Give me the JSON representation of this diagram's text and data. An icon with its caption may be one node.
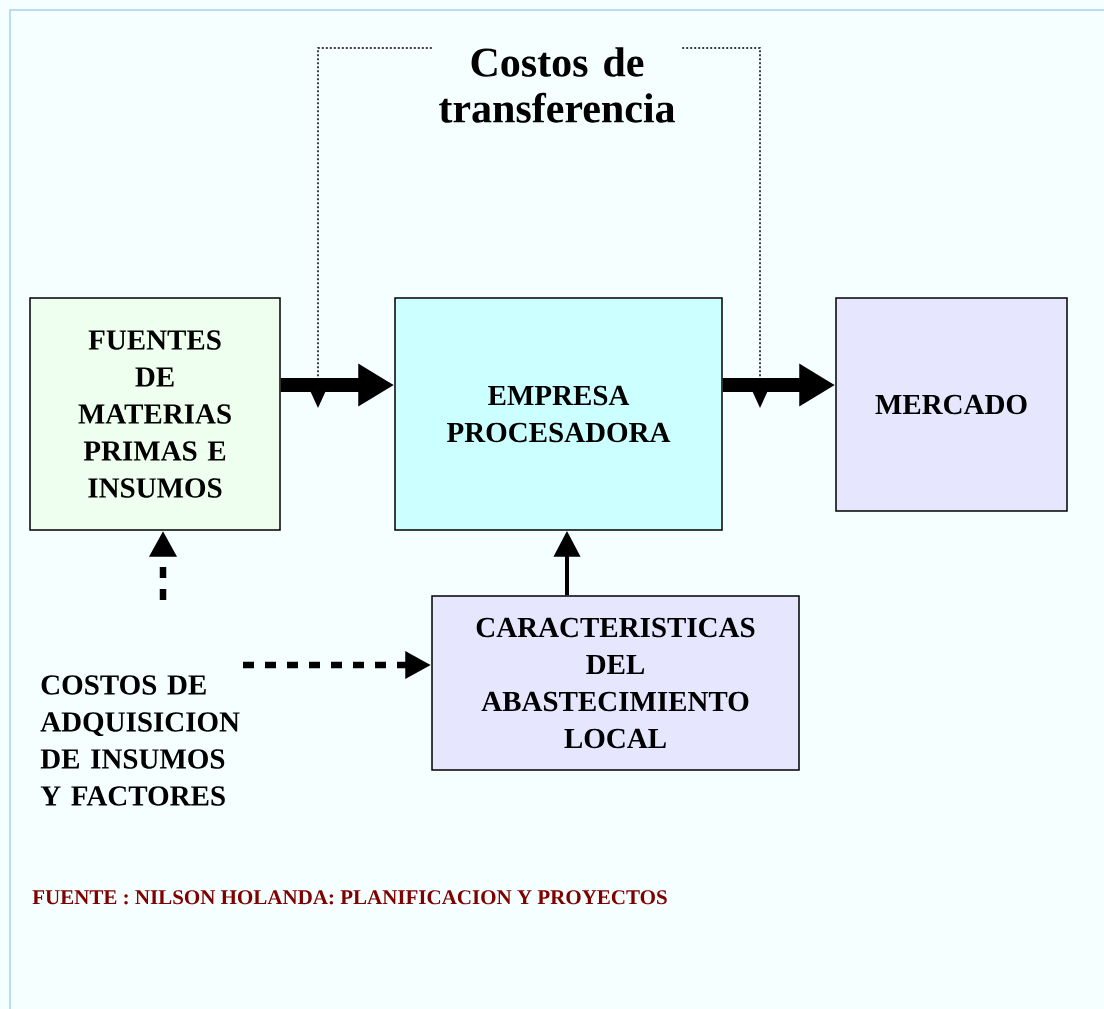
{
  "diagram": {
    "caption": "FUENTE : NILSON HOLANDA: PLANIFICACION Y PROYECTOS",
    "nodes": [
      {
        "text": [
          "FUENTES DE MATERIAS PRIMAS E INSUMOS"
        ]
      },
      {
        "text": [
          "EMPRESA PROCESADORA"
        ]
      },
      {
        "text": [
          "MERCADO"
        ]
      },
      {
        "text": [
          "CARACTERISTICAS DEL ABASTECIMIENTO LOCAL"
        ]
      },
      {
        "text": [
          "COSTOS DE ADQUISICION DE INSUMOS Y FACTORES"
        ]
      },
      {
        "text": [
          "Costos de transferencia"
        ]
      }
    ],
    "edges": [
      {
        "from": 0,
        "to": 1,
        "arrow": "to",
        "style": "thick"
      },
      {
        "from": 1,
        "to": 2,
        "arrow": "to",
        "style": "thick"
      },
      {
        "from": 3,
        "to": 1,
        "arrow": "to"
      },
      {
        "from": 4,
        "to": 0,
        "arrow": "to",
        "style": "dashed"
      },
      {
        "from": 4,
        "to": 3,
        "arrow": "to",
        "style": "dashed"
      },
      {
        "from": 5,
        "to": null,
        "arrow": "to",
        "style": "dashed"
      },
      {
        "from": 5,
        "to": null,
        "arrow": "to",
        "style": "dashed"
      }
    ]
  }
}
